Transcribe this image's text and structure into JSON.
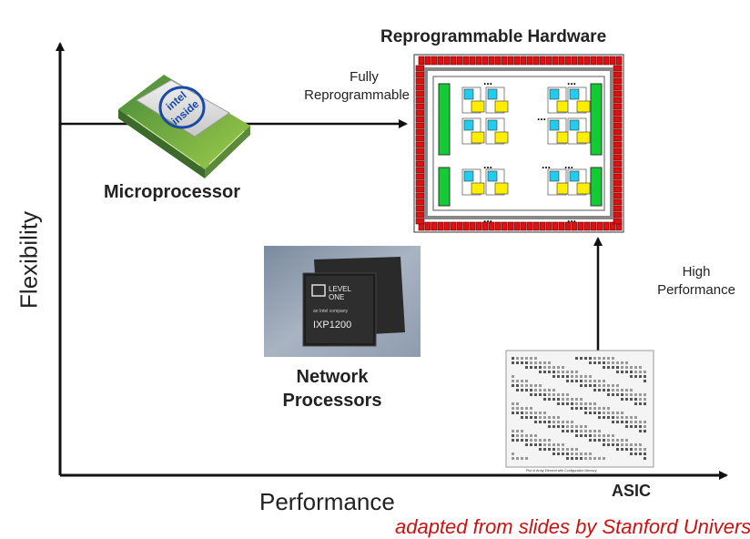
{
  "axes": {
    "y_label": "Flexibility",
    "x_label": "Performance",
    "x_end_label": "ASIC"
  },
  "reprogrammable": {
    "title": "Reprogrammable Hardware",
    "arrow_label_line1": "Fully",
    "arrow_label_line2": "Reprogrammable",
    "dots": "..."
  },
  "microprocessor": {
    "label": "Microprocessor",
    "chip_text_line1": "intel",
    "chip_text_line2": "inside"
  },
  "network_processors": {
    "label_line1": "Network",
    "label_line2": "Processors",
    "chip_brand_line1": "LEVEL",
    "chip_brand_line2": "ONE",
    "chip_sub": "an Intel company",
    "chip_model": "IXP1200"
  },
  "asic": {
    "arrow_label_line1": "High",
    "arrow_label_line2": "Performance",
    "caption": "Plot of Array Element with Configuration Memory"
  },
  "credit": "adapted from slides by Stanford University",
  "colors": {
    "red": "#dd1111",
    "green": "#11cc33",
    "yellow": "#ffee00",
    "cyan": "#22ccee"
  }
}
